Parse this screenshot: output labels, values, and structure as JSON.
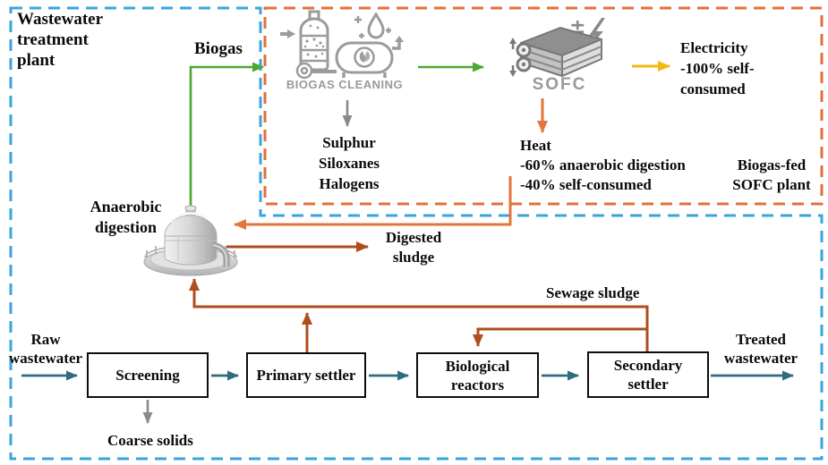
{
  "colors": {
    "wwtp_border": "#3aa5dc",
    "sofc_border": "#e2703a",
    "biogas_flow": "#4ca832",
    "water_flow": "#2e6c80",
    "heat_flow": "#e4743b",
    "sludge_flow": "#ae4e1e",
    "electricity_flow": "#f5b912",
    "waste_flow": "#8a8a8a",
    "icon_gray": "#9b9b9b",
    "text": "#0b0b0b"
  },
  "labels": {
    "wwtp": "Wastewater\ntreatment\nplant",
    "biogas": "Biogas",
    "biogas_cleaning": "BIOGAS CLEANING",
    "cleaning_outputs": "Sulphur\nSiloxanes\nHalogens",
    "sofc": "SOFC",
    "electricity": "Electricity\n-100% self-\nconsumed",
    "heat": "Heat\n-60% anaerobic digestion\n-40% self-consumed",
    "sofc_plant": "Biogas-fed\nSOFC plant",
    "anaerobic_digestion": "Anaerobic\ndigestion",
    "digested_sludge": "Digested\nsludge",
    "sewage_sludge": "Sewage sludge",
    "raw_wastewater": "Raw\nwastewater",
    "treated_wastewater": "Treated\nwastewater",
    "coarse_solids": "Coarse solids"
  },
  "process_boxes": [
    {
      "label": "Screening"
    },
    {
      "label": "Primary settler"
    },
    {
      "label": "Biological\nreactors"
    },
    {
      "label": "Secondary\nsettler"
    }
  ],
  "icon_glyphs": {
    "polarity": "±"
  }
}
